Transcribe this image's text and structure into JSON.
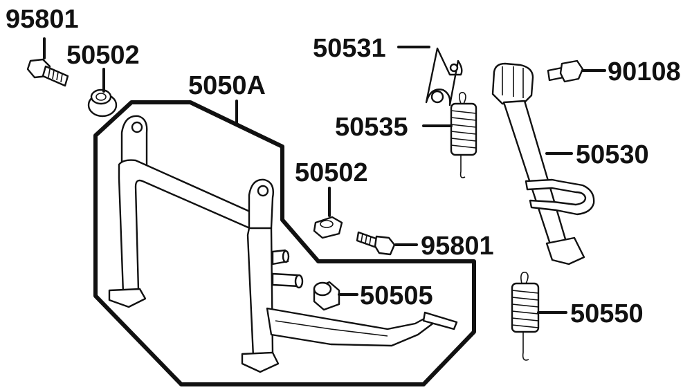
{
  "callouts": [
    {
      "id": "bolt-left",
      "number": "95801"
    },
    {
      "id": "bushing-left",
      "number": "50502"
    },
    {
      "id": "main-stand",
      "number": "5050A"
    },
    {
      "id": "bracket",
      "number": "50531"
    },
    {
      "id": "spring-upper",
      "number": "50535"
    },
    {
      "id": "bushing-center",
      "number": "50502"
    },
    {
      "id": "bolt-center",
      "number": "95801"
    },
    {
      "id": "stopper",
      "number": "50505"
    },
    {
      "id": "screw",
      "number": "90108"
    },
    {
      "id": "side-stand",
      "number": "50530"
    },
    {
      "id": "spring-lower",
      "number": "50550"
    }
  ]
}
